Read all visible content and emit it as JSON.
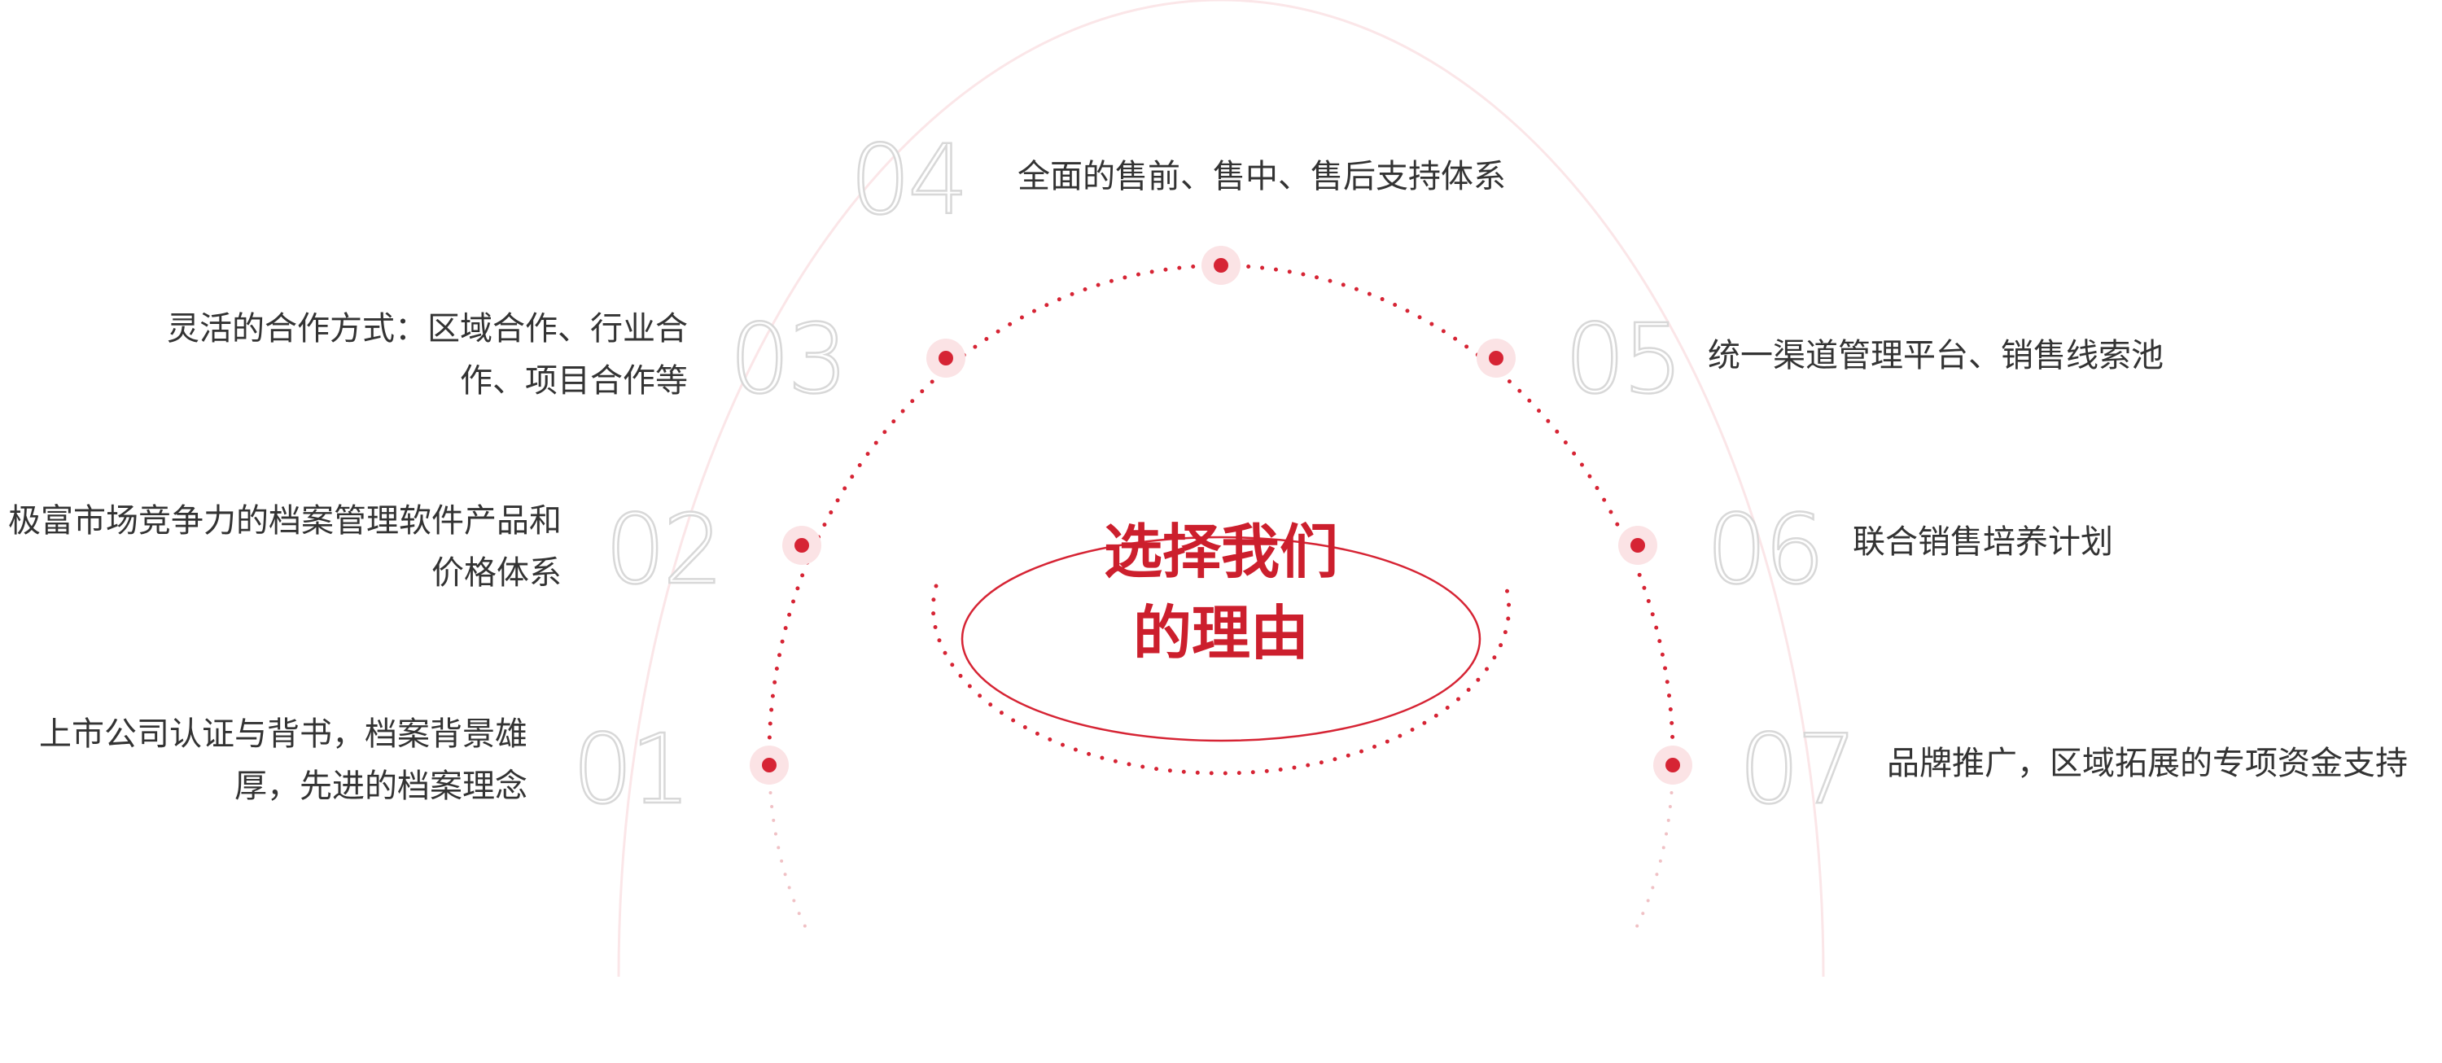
{
  "center": {
    "line1": "选择我们",
    "line2": "的理由"
  },
  "reasons": [
    {
      "num": "01",
      "text": "上市公司认证与背书，档案背景雄厚，先进的档案理念"
    },
    {
      "num": "02",
      "text": "极富市场竞争力的档案管理软件产品和价格体系"
    },
    {
      "num": "03",
      "text": "灵活的合作方式：区域合作、行业合作、项目合作等"
    },
    {
      "num": "04",
      "text": "全面的售前、售中、售后支持体系"
    },
    {
      "num": "05",
      "text": "统一渠道管理平台、销售线索池"
    },
    {
      "num": "06",
      "text": "联合销售培养计划"
    },
    {
      "num": "07",
      "text": "品牌推广，区域拓展的专项资金支持"
    }
  ],
  "colors": {
    "accent": "#d62434",
    "accent_soft": "#fbe3e5",
    "number_outline": "#d8d8d8",
    "text": "#333333"
  }
}
